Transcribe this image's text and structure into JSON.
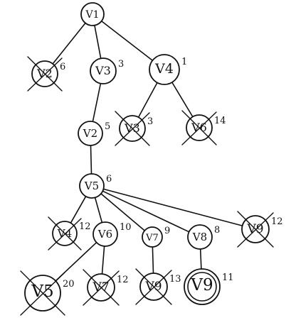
{
  "tree": {
    "nodes": [
      {
        "id": "root",
        "label": "V1",
        "weight": "",
        "crossed": false,
        "double": false
      },
      {
        "id": "a",
        "label": "V2",
        "weight": "6",
        "crossed": true,
        "double": false
      },
      {
        "id": "b",
        "label": "V3",
        "weight": "3",
        "crossed": false,
        "double": false
      },
      {
        "id": "c",
        "label": "V4",
        "weight": "1",
        "crossed": false,
        "double": false
      },
      {
        "id": "d",
        "label": "V3",
        "weight": "3",
        "crossed": true,
        "double": false
      },
      {
        "id": "e",
        "label": "V6",
        "weight": "14",
        "crossed": true,
        "double": false
      },
      {
        "id": "f",
        "label": "V2",
        "weight": "5",
        "crossed": false,
        "double": false
      },
      {
        "id": "g",
        "label": "V5",
        "weight": "6",
        "crossed": false,
        "double": false
      },
      {
        "id": "h",
        "label": "V4",
        "weight": "12",
        "crossed": true,
        "double": false
      },
      {
        "id": "i",
        "label": "V6",
        "weight": "10",
        "crossed": false,
        "double": false
      },
      {
        "id": "j",
        "label": "V7",
        "weight": "9",
        "crossed": false,
        "double": false
      },
      {
        "id": "k",
        "label": "V8",
        "weight": "8",
        "crossed": false,
        "double": false
      },
      {
        "id": "l",
        "label": "V9",
        "weight": "12",
        "crossed": true,
        "double": false
      },
      {
        "id": "m",
        "label": "V5",
        "weight": "20",
        "crossed": true,
        "double": false
      },
      {
        "id": "n",
        "label": "V7",
        "weight": "12",
        "crossed": true,
        "double": false
      },
      {
        "id": "o",
        "label": "V9",
        "weight": "13",
        "crossed": true,
        "double": false
      },
      {
        "id": "p",
        "label": "V9",
        "weight": "11",
        "crossed": false,
        "double": true
      }
    ],
    "edges": [
      [
        "root",
        "a"
      ],
      [
        "root",
        "b"
      ],
      [
        "root",
        "c"
      ],
      [
        "c",
        "d"
      ],
      [
        "c",
        "e"
      ],
      [
        "b",
        "f"
      ],
      [
        "f",
        "g"
      ],
      [
        "g",
        "h"
      ],
      [
        "g",
        "i"
      ],
      [
        "g",
        "j"
      ],
      [
        "g",
        "k"
      ],
      [
        "g",
        "l"
      ],
      [
        "i",
        "m"
      ],
      [
        "i",
        "n"
      ],
      [
        "j",
        "o"
      ],
      [
        "k",
        "p"
      ]
    ]
  }
}
